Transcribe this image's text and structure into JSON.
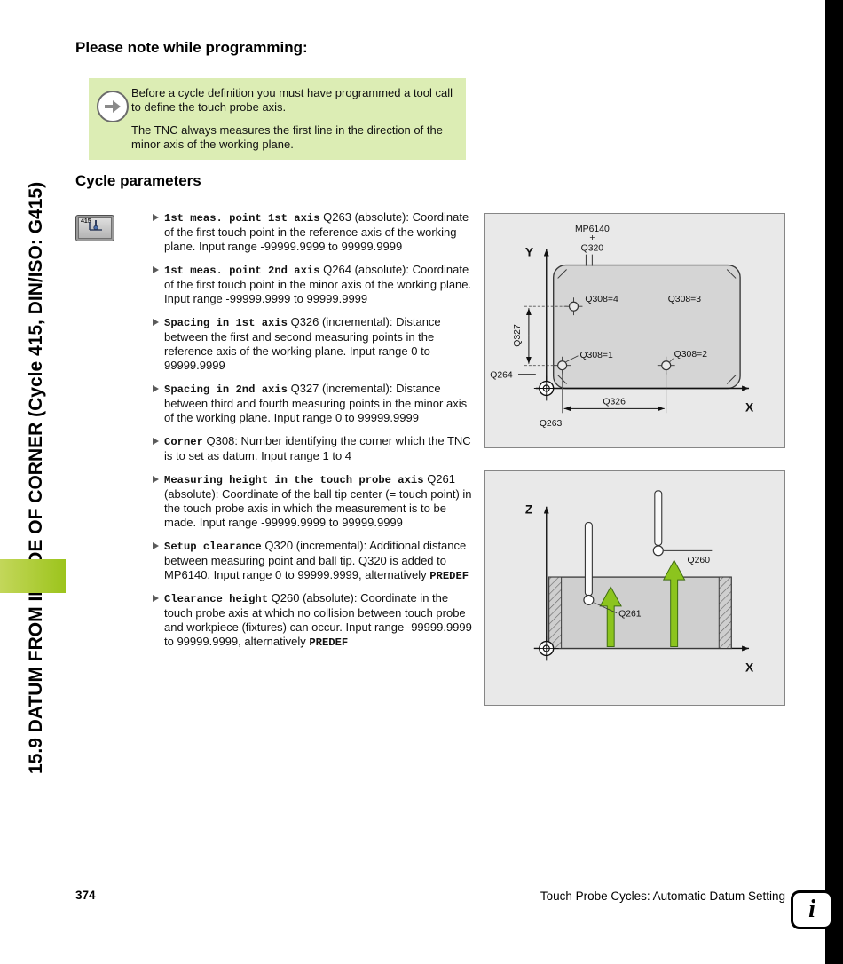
{
  "page": {
    "sidebar_title": "15.9 DATUM FROM INSIDE OF CORNER (Cycle 415, DIN/ISO: G415)",
    "footer": {
      "page_number": "374",
      "chapter": "Touch Probe Cycles: Automatic Datum Setting",
      "info_icon": "i"
    },
    "colors": {
      "note_box_bg": "#dcedb4",
      "chapter_marker_green": "#9cc41c",
      "arrow_green": "#8cc41e",
      "side_bar": "#000000",
      "figure_bg": "#e9e9e9"
    }
  },
  "note": {
    "heading": "Please note while programming:",
    "paragraphs": [
      "Before a cycle definition you must have programmed a tool call to define the touch probe axis.",
      "The TNC always measures the first line in the direction of the minor axis of the working plane."
    ]
  },
  "cycle_parameters": {
    "heading": "Cycle parameters",
    "softkey_label": "415",
    "items": [
      {
        "label": "1st meas. point 1st axis",
        "text": "Q263 (absolute): Coordinate of the first touch point in the reference axis of the working plane. Input range -99999.9999 to 99999.9999",
        "suffix": ""
      },
      {
        "label": "1st meas. point 2nd axis",
        "text": "Q264 (absolute): Coordinate of the first touch point in the minor axis of the working plane. Input range -99999.9999 to 99999.9999",
        "suffix": ""
      },
      {
        "label": "Spacing in 1st axis",
        "text": "Q326 (incremental): Distance between the first and second measuring points in the reference axis of the working plane. Input range 0 to 99999.9999",
        "suffix": ""
      },
      {
        "label": "Spacing in 2nd axis",
        "text": "Q327 (incremental): Distance between third and fourth measuring points in the minor axis of the working plane. Input range 0 to 99999.9999",
        "suffix": ""
      },
      {
        "label": "Corner",
        "text": "Q308: Number identifying the corner which the TNC is to set as datum. Input range 1 to 4",
        "suffix": ""
      },
      {
        "label": "Measuring height in the touch probe axis",
        "text": "Q261 (absolute): Coordinate of the ball tip center (= touch point) in the touch probe axis in which the measurement is to be made. Input range -99999.9999 to 99999.9999",
        "suffix": ""
      },
      {
        "label": "Setup clearance",
        "text": "Q320 (incremental): Additional distance between measuring point and ball tip. Q320 is added to MP6140. Input range 0 to 99999.9999, alternatively",
        "suffix": "PREDEF"
      },
      {
        "label": "Clearance height",
        "text": "Q260 (absolute): Coordinate in the touch probe axis at which no collision between touch probe and workpiece (fixtures) can occur. Input range -99999.9999 to 99999.9999, alternatively",
        "suffix": "PREDEF"
      }
    ]
  },
  "figure_xy": {
    "labels": {
      "y": "Y",
      "x": "X",
      "mp6140": "MP6140",
      "plus": "+",
      "q320": "Q320",
      "q308_4": "Q308=4",
      "q308_3": "Q308=3",
      "q308_1": "Q308=1",
      "q308_2": "Q308=2",
      "q327": "Q327",
      "q264": "Q264",
      "q326": "Q326",
      "q263": "Q263"
    }
  },
  "figure_zx": {
    "labels": {
      "z": "Z",
      "x": "X",
      "q260": "Q260",
      "q261": "Q261"
    }
  }
}
